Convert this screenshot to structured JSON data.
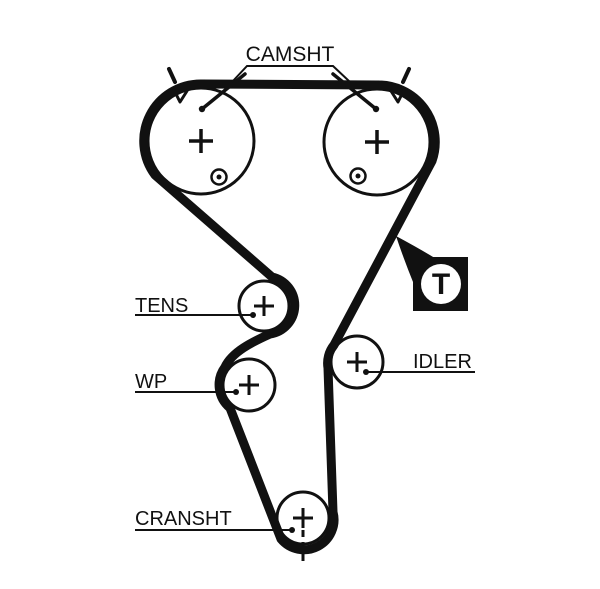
{
  "page": {
    "background": "#ffffff"
  },
  "diagram": {
    "type": "timing-belt-routing",
    "ink_color": "#111111",
    "labels": {
      "camshaft": "CAMSHT",
      "tensioner": "TENS",
      "water_pump": "WP",
      "idler": "IDLER",
      "crankshaft": "CRANSHT"
    },
    "marker": {
      "letter": "T"
    },
    "components": [
      {
        "id": "camshaft-pulley-left",
        "label": "CAMSHT"
      },
      {
        "id": "camshaft-pulley-right",
        "label": "CAMSHT"
      },
      {
        "id": "tensioner-pulley",
        "label": "TENS"
      },
      {
        "id": "water-pump-pulley",
        "label": "WP"
      },
      {
        "id": "idler-pulley",
        "label": "IDLER"
      },
      {
        "id": "crankshaft-pulley",
        "label": "CRANSHT"
      }
    ]
  }
}
